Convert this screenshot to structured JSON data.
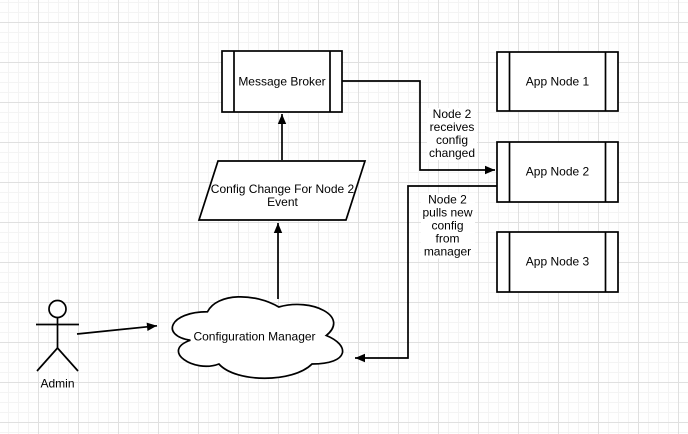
{
  "canvas": {
    "background": "#ffffff",
    "grid_minor_color": "#f4f4f4",
    "grid_major_color": "#e0e0e0"
  },
  "colors": {
    "shape_stroke": "#000000",
    "shape_fill": "#ffffff",
    "text": "#000000"
  },
  "nodes": {
    "message_broker": "Message Broker",
    "app_node_1": "App Node 1",
    "app_node_2": "App Node 2",
    "app_node_3": "App Node 3",
    "config_change_event": "Config Change For Node 2\nEvent",
    "configuration_manager": "Configuration Manager",
    "admin": "Admin"
  },
  "edge_labels": {
    "node2_receives": "Node 2\nreceives\nconfig\nchanged",
    "node2_pulls": "Node 2\npulls new\nconfig\nfrom\nmanager"
  }
}
